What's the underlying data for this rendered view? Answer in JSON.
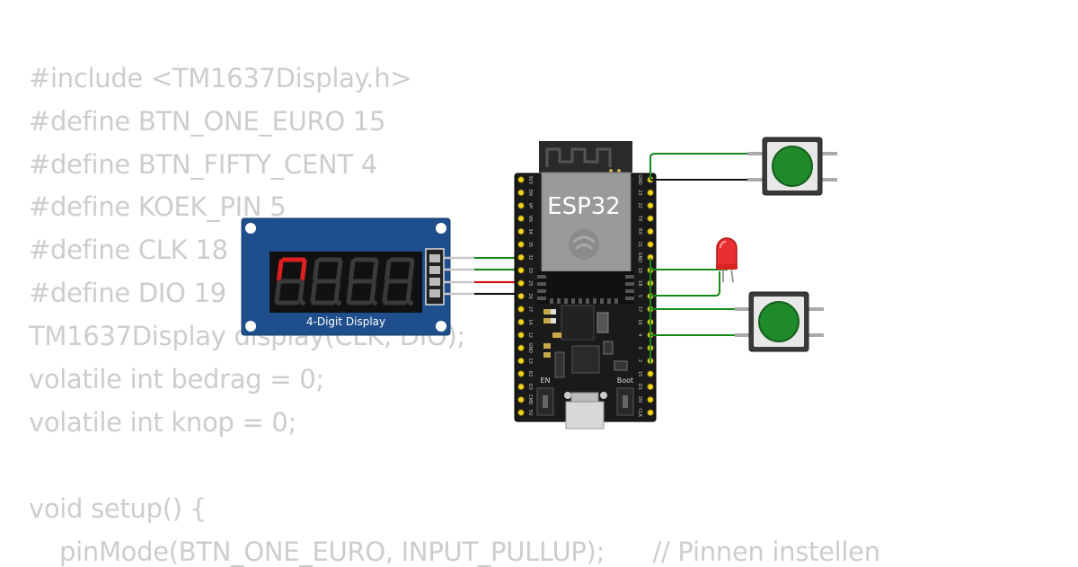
{
  "code": {
    "lines": [
      "#include <TM1637Display.h>",
      "#define BTN_ONE_EURO 15",
      "#define BTN_FIFTY_CENT 4",
      "#define KOEK_PIN 5",
      "#define CLK 18",
      "#define DIO 19",
      "TM1637Display display(CLK, DIO);",
      "volatile int bedrag = 0;",
      "volatile int knop = 0;",
      "",
      "void setup() {",
      "pinMode(BTN_ONE_EURO, INPUT_PULLUP);      // Pinnen instellen"
    ]
  },
  "display": {
    "label": "4-Digit Display",
    "digit_color_on": "#e02020",
    "digit_color_off": "#3a3a3a",
    "board_color": "#1e4a8a"
  },
  "esp32": {
    "label": "ESP32",
    "en_label": "EN",
    "boot_label": "Boot",
    "left_pins": [
      "3V3",
      "EN",
      "VP",
      "VN",
      "34",
      "35",
      "32",
      "33",
      "25",
      "26",
      "27",
      "14",
      "12",
      "GND",
      "13",
      "D2",
      "D3",
      "CMD",
      "5V"
    ],
    "right_pins": [
      "GND",
      "23",
      "22",
      "TX",
      "RX",
      "21",
      "GND",
      "19",
      "18",
      "5",
      "17",
      "16",
      "4",
      "0",
      "2",
      "15",
      "D1",
      "D0",
      "CLK"
    ]
  },
  "colors": {
    "wire_green": "#168a16",
    "wire_red": "#d01010",
    "wire_black": "#111111",
    "button_cap": "#1f8a2a",
    "led": "#e83030"
  }
}
